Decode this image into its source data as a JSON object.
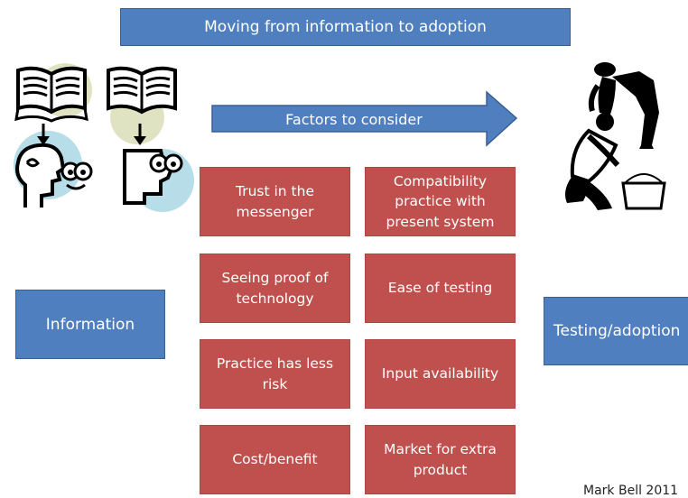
{
  "title": "Moving from information to adoption",
  "arrow_label": "Factors to consider",
  "left_label": "Information",
  "right_label": "Testing/adoption",
  "factors": [
    "Trust in the messenger",
    "Compatibility practice with present system",
    "Seeing proof of technology",
    "Ease of testing",
    "Practice has less risk",
    "Input availability",
    "Cost/benefit",
    "Market for extra product"
  ],
  "credit": "Mark Bell 2011",
  "colors": {
    "blue": "#4f7fbf",
    "red": "#c0504d",
    "green_circle": "#dfe3c2",
    "blue_circle": "#b7dde8"
  },
  "icons": [
    "book-icon",
    "head-icon",
    "book-icon",
    "face-icon",
    "farmers-icon"
  ]
}
